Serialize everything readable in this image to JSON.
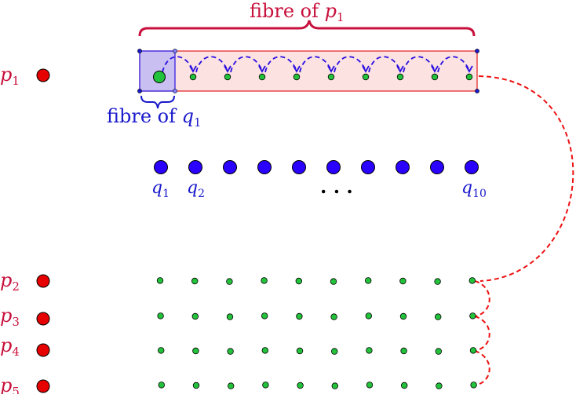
{
  "labels": {
    "fibre_p1": {
      "text": "fibre of ",
      "sym": "p",
      "sub": "1"
    },
    "fibre_q1": {
      "text": "fibre of ",
      "sym": "q",
      "sub": "1"
    },
    "p_rows": [
      {
        "sym": "p",
        "sub": "1"
      },
      {
        "sym": "p",
        "sub": "2"
      },
      {
        "sym": "p",
        "sub": "3"
      },
      {
        "sym": "p",
        "sub": "4"
      },
      {
        "sym": "p",
        "sub": "5"
      }
    ],
    "q_labels": [
      {
        "sym": "q",
        "sub": "1"
      },
      {
        "sym": "q",
        "sub": "2"
      },
      {
        "sym": "q",
        "sub": "10"
      }
    ],
    "ellipsis": ". . ."
  },
  "colors": {
    "red_label": "#c8103c",
    "red_node": "#e60000",
    "blue_node": "#2a00ff",
    "green_node": "#22c33a",
    "blue_box_fill": "#c9bff0",
    "red_box_fill": "#fde2e2",
    "red_dashed": "#ee1111",
    "blue_dashed": "#2a10e0"
  },
  "counts": {
    "q_nodes": 10,
    "green_per_row": 10
  }
}
